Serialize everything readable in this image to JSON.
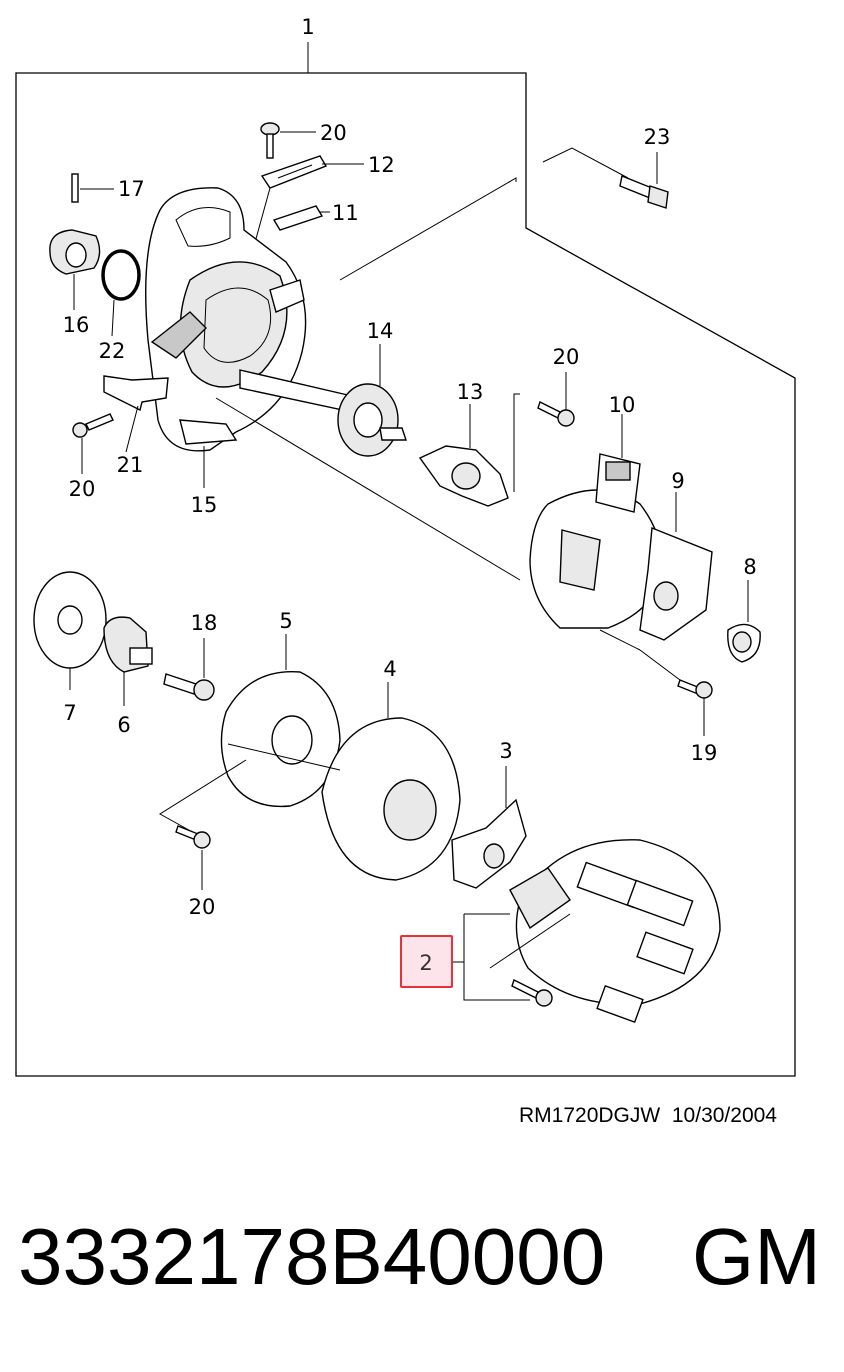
{
  "diagram": {
    "callouts": [
      {
        "id": "c1",
        "label": "1"
      },
      {
        "id": "c23",
        "label": "23"
      },
      {
        "id": "c20a",
        "label": "20"
      },
      {
        "id": "c12",
        "label": "12"
      },
      {
        "id": "c11",
        "label": "11"
      },
      {
        "id": "c17",
        "label": "17"
      },
      {
        "id": "c16",
        "label": "16"
      },
      {
        "id": "c22",
        "label": "22"
      },
      {
        "id": "c14",
        "label": "14"
      },
      {
        "id": "c20b",
        "label": "20"
      },
      {
        "id": "c13",
        "label": "13"
      },
      {
        "id": "c10",
        "label": "10"
      },
      {
        "id": "c9",
        "label": "9"
      },
      {
        "id": "c8",
        "label": "8"
      },
      {
        "id": "c20c",
        "label": "20"
      },
      {
        "id": "c21",
        "label": "21"
      },
      {
        "id": "c15",
        "label": "15"
      },
      {
        "id": "c18",
        "label": "18"
      },
      {
        "id": "c5",
        "label": "5"
      },
      {
        "id": "c4",
        "label": "4"
      },
      {
        "id": "c7",
        "label": "7"
      },
      {
        "id": "c6",
        "label": "6"
      },
      {
        "id": "c19",
        "label": "19"
      },
      {
        "id": "c3",
        "label": "3"
      },
      {
        "id": "c20d",
        "label": "20"
      },
      {
        "id": "c2",
        "label": "2"
      }
    ],
    "highlighted_callout": "2",
    "highlight_fill": "#fde4ea",
    "highlight_stroke": "#e8303a"
  },
  "footer": {
    "drawing_code": "RM1720DGJW",
    "date": "10/30/2004"
  },
  "part": {
    "number": "3332178B40000",
    "brand": "GM"
  }
}
